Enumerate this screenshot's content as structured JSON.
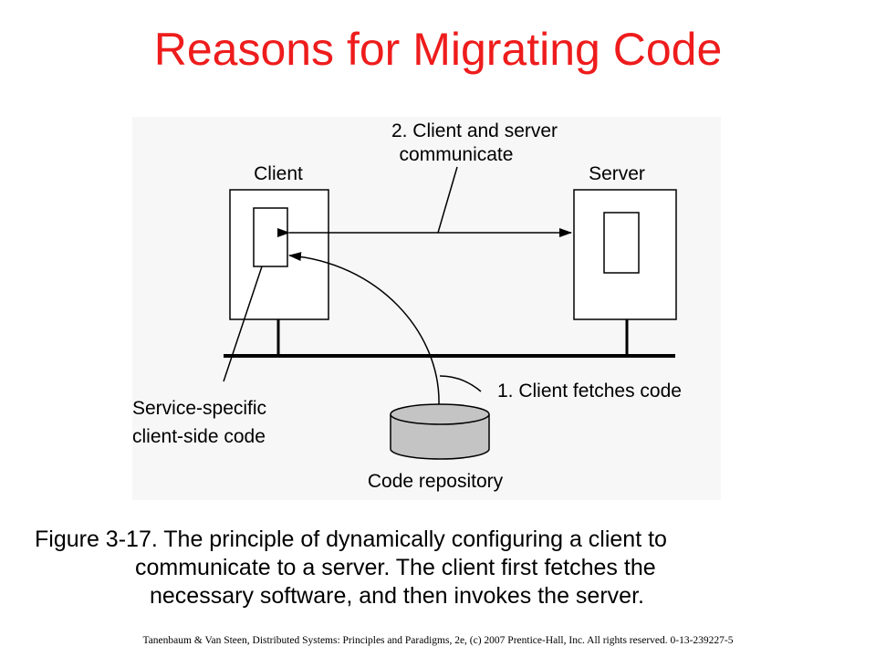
{
  "title": "Reasons for Migrating Code",
  "diagram": {
    "client_label": "Client",
    "server_label": "Server",
    "communicate_label": [
      "2. Client and server",
      "communicate"
    ],
    "fetch_label": "1. Client fetches code",
    "client_code_label": [
      "Service-specific",
      "client-side code"
    ],
    "repository_label": "Code repository",
    "colors": {
      "background": "#f7f7f7",
      "repository_fill": "#c4c4c4",
      "stroke": "#000000"
    }
  },
  "caption": [
    "Figure 3-17. The principle of dynamically configuring a client to",
    "communicate to a server. The client first fetches the",
    "necessary software, and then invokes the server."
  ],
  "footer": "Tanenbaum & Van Steen, Distributed Systems: Principles and Paradigms, 2e, (c) 2007 Prentice-Hall, Inc. All rights reserved. 0-13-239227-5",
  "colors": {
    "title": "#ee1c1c"
  }
}
